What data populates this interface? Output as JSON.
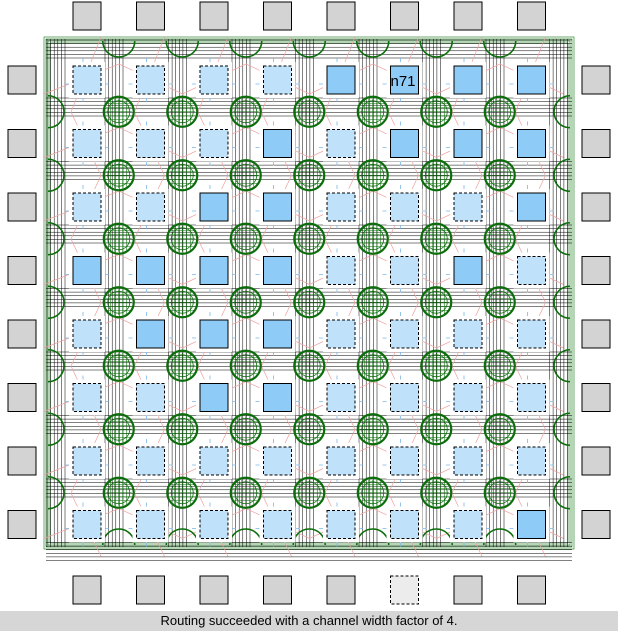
{
  "fabric": {
    "grid_size": 8,
    "used_clbs": [
      [
        0,
        4
      ],
      [
        0,
        5
      ],
      [
        0,
        6
      ],
      [
        0,
        7
      ],
      [
        1,
        3
      ],
      [
        1,
        5
      ],
      [
        1,
        6
      ],
      [
        1,
        7
      ],
      [
        2,
        2
      ],
      [
        2,
        3
      ],
      [
        2,
        7
      ],
      [
        3,
        0
      ],
      [
        3,
        1
      ],
      [
        3,
        2
      ],
      [
        3,
        3
      ],
      [
        3,
        6
      ],
      [
        4,
        1
      ],
      [
        4,
        2
      ],
      [
        4,
        3
      ],
      [
        5,
        2
      ],
      [
        5,
        3
      ],
      [
        7,
        7
      ]
    ],
    "unused_io_pads": [
      [
        "bottom",
        5
      ]
    ],
    "highlight_label": {
      "row": 0,
      "col": 5,
      "text": "n71"
    }
  },
  "colors": {
    "clb_used_fill": "#8ecbf6",
    "clb_unused_fill": "#bfe1fa",
    "pad_fill": "#d3d3d3",
    "pad_unused_fill": "#ececec",
    "switch_box": "#0b6e0b",
    "channel_wire": "#000000",
    "net_route": "#f0a0a0",
    "pin_route": "#7ab4ea",
    "status_bar_bg": "#d6d6d6"
  },
  "status": {
    "message": "Routing succeeded with a channel width factor of 4."
  }
}
